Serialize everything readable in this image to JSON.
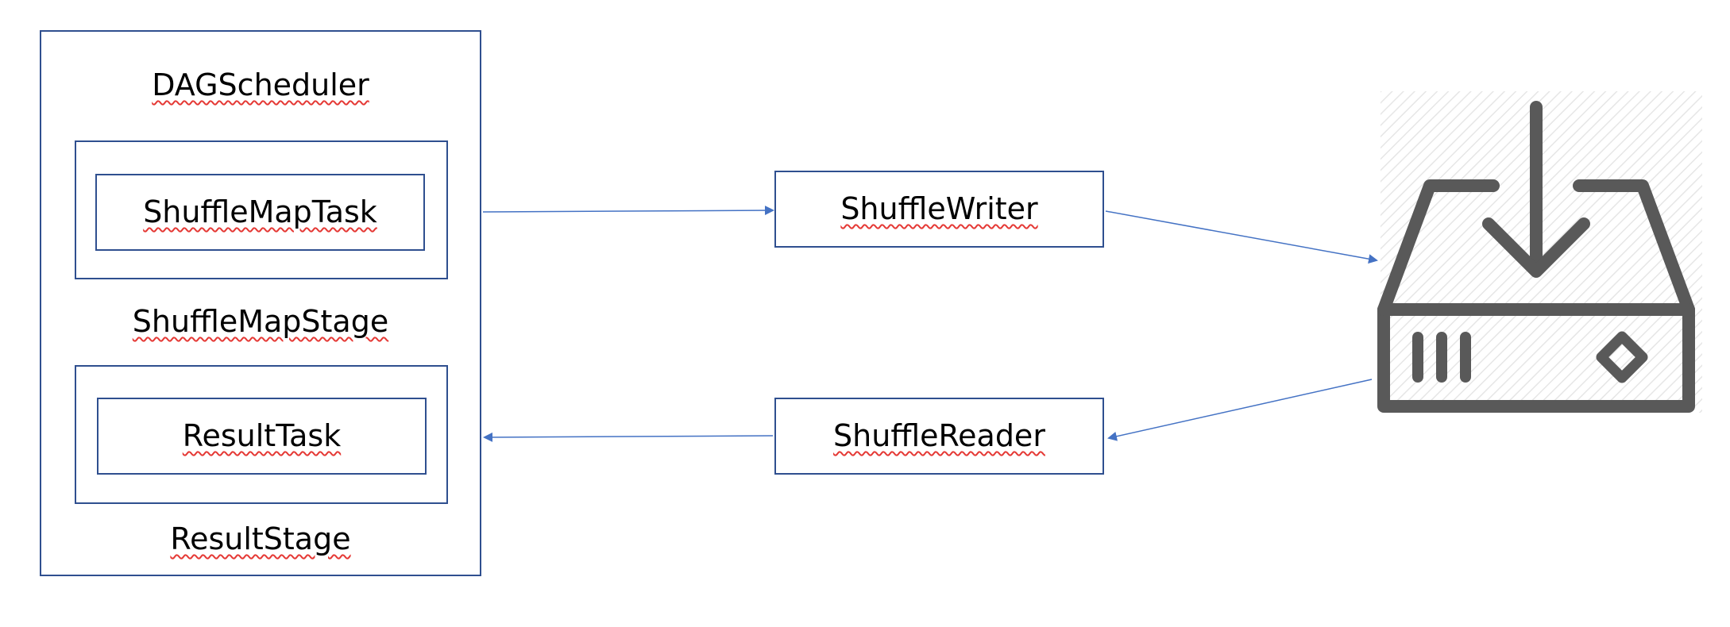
{
  "diagram": {
    "scheduler_title": "DAGScheduler",
    "shuffle_map_task": "ShuffleMapTask",
    "shuffle_map_stage": "ShuffleMapStage",
    "result_task": "ResultTask",
    "result_stage": "ResultStage",
    "shuffle_writer": "ShuffleWriter",
    "shuffle_reader": "ShuffleReader",
    "storage_icon": "disk-download-icon",
    "colors": {
      "box_border": "#2f4f8f",
      "arrow": "#4472c4",
      "icon": "#595959",
      "spellcheck_underline": "#e53935"
    }
  }
}
